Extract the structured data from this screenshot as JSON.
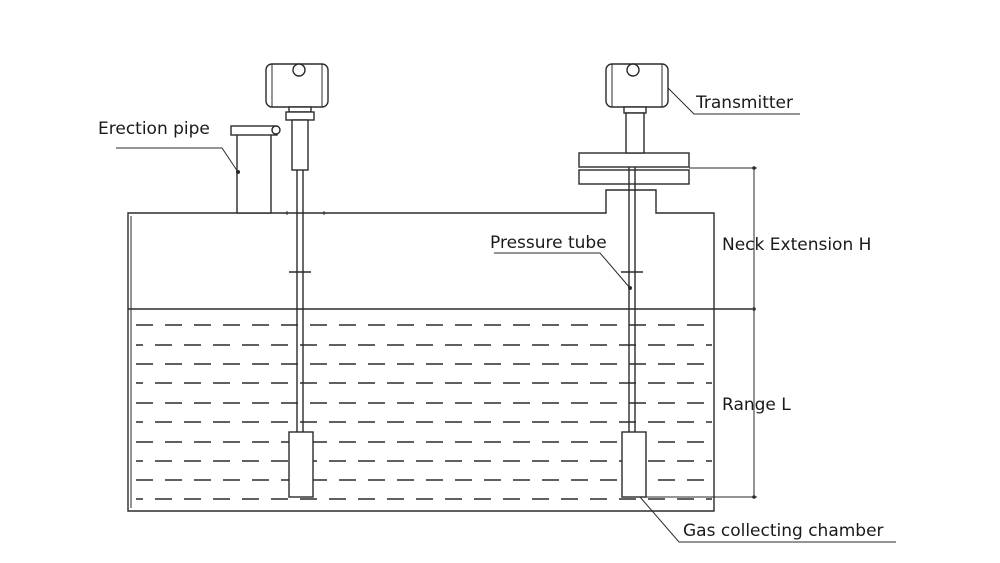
{
  "labels": {
    "erection_pipe": "Erection pipe",
    "transmitter": "Transmitter",
    "pressure_tube": "Pressure tube",
    "neck_extension": "Neck Extension H",
    "range": "Range L",
    "gas_chamber": "Gas collecting chamber"
  },
  "colors": {
    "line": "#2b2b2b",
    "text": "#1a1a1a",
    "background": "#ffffff"
  }
}
